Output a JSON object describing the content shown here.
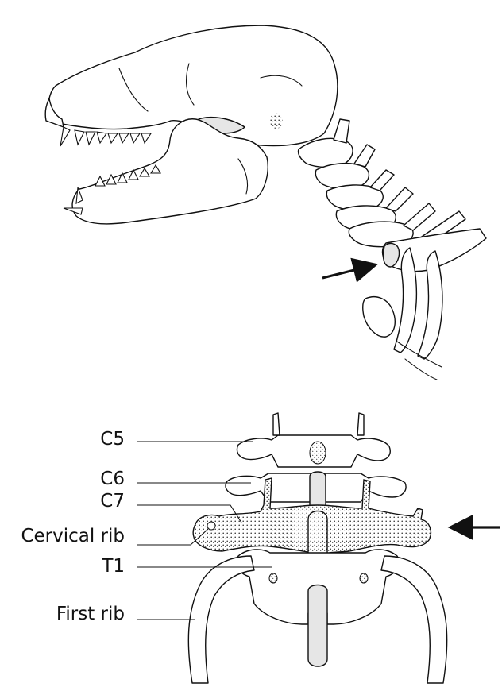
{
  "labels": {
    "c5": "C5",
    "c6": "C6",
    "c7": "C7",
    "cervical_rib": "Cervical rib",
    "t1": "T1",
    "first_rib": "First rib"
  },
  "icons": {
    "upper_arrow": "arrow-right-icon",
    "lower_arrow": "arrow-left-icon"
  },
  "colors": {
    "ink": "#111111",
    "background": "#ffffff",
    "highlight_shading": "#e6e6e6"
  }
}
